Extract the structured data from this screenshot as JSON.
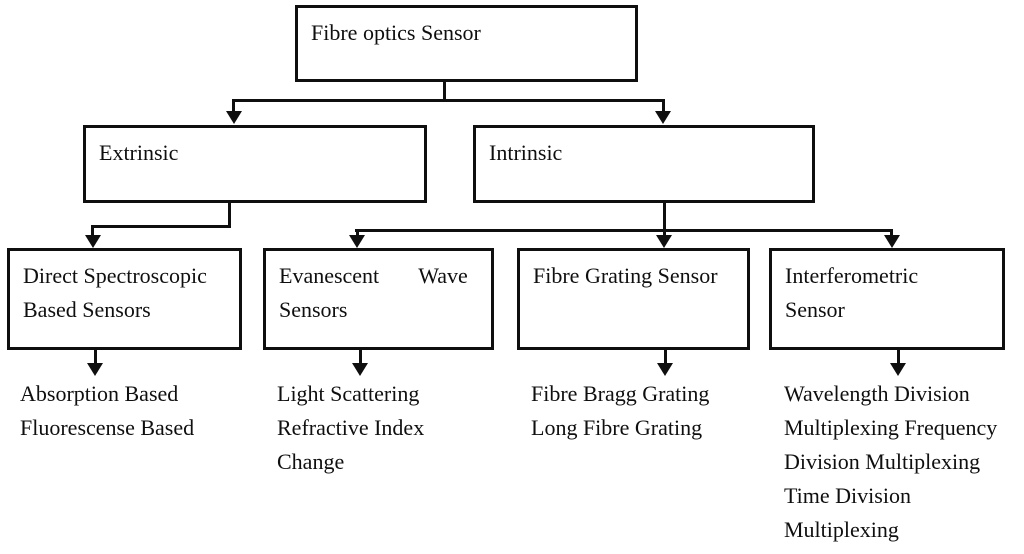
{
  "diagram": {
    "background": "#ffffff",
    "line_color": "#0f0f0f",
    "nodes": {
      "root": {
        "lines": [
          "Fibre optics Sensor"
        ]
      },
      "extrinsic": {
        "lines": [
          "Extrinsic"
        ]
      },
      "intrinsic": {
        "lines": [
          "Intrinsic"
        ]
      },
      "direct_spectroscopic": {
        "lines": [
          "Direct Spectroscopic",
          "Based Sensors"
        ]
      },
      "evanescent_wave": {
        "lines": [
          "Evanescent Wave",
          "Sensors"
        ]
      },
      "fibre_grating": {
        "lines": [
          "Fibre Grating Sensor"
        ]
      },
      "interferometric": {
        "lines": [
          "Interferometric",
          "Sensor"
        ]
      },
      "direct_spectroscopic_types": {
        "lines": [
          "Absorption Based",
          "Fluorescense Based"
        ]
      },
      "evanescent_wave_types": {
        "lines": [
          "Light Scattering",
          "Refractive Index",
          "Change"
        ]
      },
      "fibre_grating_types": {
        "lines": [
          "Fibre Bragg Grating",
          "Long Fibre Grating"
        ]
      },
      "interferometric_types": {
        "lines": [
          "Wavelength Division",
          "Multiplexing Frequency",
          "Division Multiplexing",
          "Time Division",
          "Multiplexing"
        ]
      }
    }
  }
}
